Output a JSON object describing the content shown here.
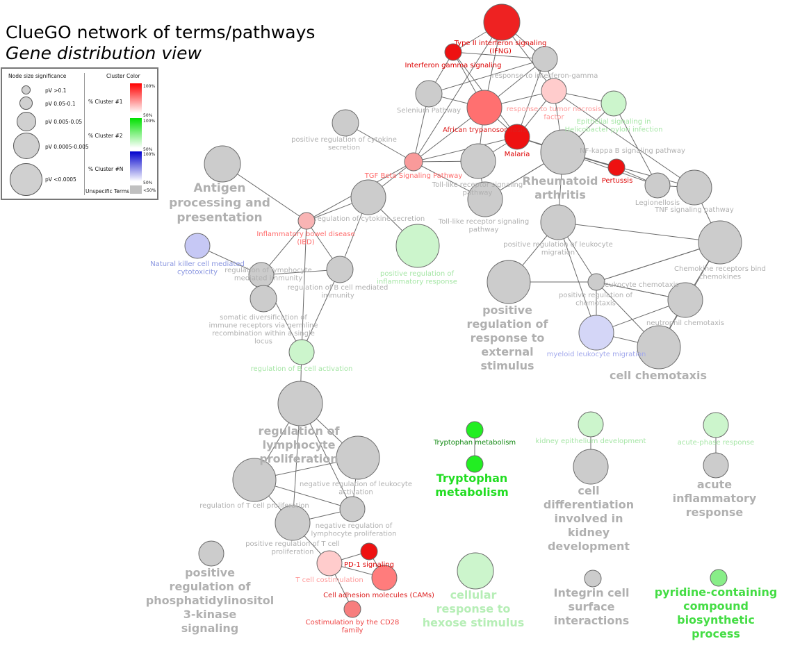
{
  "title": {
    "line1": "ClueGO network of terms/pathways",
    "line2": "Gene distribution view"
  },
  "legend": {
    "size_heading": "Node size significance",
    "color_heading": "Cluster Color",
    "sizes": [
      "pV >0.1",
      "pV 0.05-0.1",
      "pV 0.005-0.05",
      "pV 0.0005-0.005",
      "pV <0.0005"
    ],
    "clusters": [
      "% Cluster #1",
      "% Cluster #2",
      "% Cluster #N"
    ],
    "unspecific": "Unspecific Terms",
    "pct_top": "100%",
    "pct_bottom": "50%",
    "pct_unspecific": "<50%",
    "colors": {
      "cluster1": "#ff0000",
      "cluster2": "#00e000",
      "clusterN": "#0000cc",
      "unspecific": "#c0c0c0"
    }
  },
  "colors": {
    "gray_node": "#cccccc",
    "gray_label": "#b0b0b0",
    "red": "#ee1111",
    "red_label": "#dd0000",
    "pink_label": "#ff7070",
    "green": "#22ee22",
    "green_label": "#22dd22",
    "light_green_label": "#9be89b",
    "blue_label": "#8a96e0"
  },
  "network": {
    "nodes": [
      {
        "id": "n1",
        "name": "type-ii-interferon-signaling-node",
        "label": [
          "Type II interferon signaling",
          "(IFNG)"
        ],
        "color": "#ee2222",
        "label_color": "#dd0000"
      },
      {
        "id": "n2",
        "name": "interferon-gamma-signaling-node",
        "label": [
          "Interferon gamma signaling"
        ],
        "color": "#ee1111",
        "label_color": "#dd0000"
      },
      {
        "id": "n3",
        "name": "response-to-interferon-gamma-node",
        "label": [
          "response to interferon-gamma"
        ],
        "color": "#cccccc",
        "label_color": "#b0b0b0"
      },
      {
        "id": "n4",
        "name": "selenium-pathway-node",
        "label": [
          "Selenium Pathway"
        ],
        "color": "#cccccc",
        "label_color": "#b0b0b0"
      },
      {
        "id": "n5",
        "name": "african-trypanosomiasis-node",
        "label": [
          "African trypanosomiasis"
        ],
        "color": "#ff7070",
        "label_color": "#dd2020"
      },
      {
        "id": "n6",
        "name": "response-to-tumor-necrosis-factor-node",
        "label": [
          "response to tumor necrosis",
          "factor"
        ],
        "color": "#ffcccc",
        "label_color": "#ff9a9a"
      },
      {
        "id": "n7",
        "name": "epithelial-signaling-node",
        "label": [
          "Epithelial signaling in",
          "Helicobacter pylori infection"
        ],
        "color": "#ccf5cc",
        "label_color": "#a6e6a6"
      },
      {
        "id": "n8",
        "name": "malaria-node",
        "label": [
          "Malaria"
        ],
        "color": "#ee1111",
        "label_color": "#dd0000"
      },
      {
        "id": "n9",
        "name": "nf-kappa-b-signaling-node",
        "label": [
          "NF-kappa B signaling pathway"
        ],
        "color": "#cccccc",
        "label_color": "#b0b0b0"
      },
      {
        "id": "n10",
        "name": "positive-regulation-of-cytokine-secretion-node",
        "label": [
          "positive regulation of cytokine",
          "secretion"
        ],
        "color": "#cccccc",
        "label_color": "#b0b0b0"
      },
      {
        "id": "n11",
        "name": "tgf-beta-signaling-node",
        "label": [
          "TGF Beta Signaling Pathway"
        ],
        "color": "#f99a9a",
        "label_color": "#ff6a6a"
      },
      {
        "id": "n12",
        "name": "toll-like-receptor-pathway-node",
        "label": [
          "Toll-like receptor signaling",
          "pathway"
        ],
        "color": "#cccccc",
        "label_color": "#b0b0b0"
      },
      {
        "id": "n13",
        "name": "rheumatoid-arthritis-node",
        "label": [
          "Rheumatoid",
          "arthritis"
        ],
        "color": "#cccccc",
        "label_color": "#b0b0b0",
        "big": true
      },
      {
        "id": "n14",
        "name": "pertussis-node",
        "label": [
          "Pertussis"
        ],
        "color": "#ee1111",
        "label_color": "#dd0000"
      },
      {
        "id": "n15",
        "name": "legionellosis-node",
        "label": [
          "Legionellosis"
        ],
        "color": "#cccccc",
        "label_color": "#b0b0b0"
      },
      {
        "id": "n16",
        "name": "tnf-signaling-node",
        "label": [
          "TNF signaling pathway"
        ],
        "color": "#cccccc",
        "label_color": "#b0b0b0"
      },
      {
        "id": "n17",
        "name": "antigen-processing-node",
        "label": [
          "Antigen",
          "processing and",
          "presentation"
        ],
        "color": "#cccccc",
        "label_color": "#b0b0b0",
        "big": true
      },
      {
        "id": "n18",
        "name": "regulation-of-cytokine-secretion-node",
        "label": [
          "regulation of cytokine secretion"
        ],
        "color": "#cccccc",
        "label_color": "#b0b0b0"
      },
      {
        "id": "n19",
        "name": "inflammatory-bowel-disease-node",
        "label": [
          "Inflammatory bowel disease",
          "(IBD)"
        ],
        "color": "#f9b4b4",
        "label_color": "#ff6a6a"
      },
      {
        "id": "n20",
        "name": "toll-like-receptor-pathway-2-node",
        "label": [
          "Toll-like receptor signaling",
          "pathway"
        ],
        "color": "#cccccc",
        "label_color": "#b0b0b0"
      },
      {
        "id": "n21",
        "name": "positive-regulation-of-leukocyte-migration-node",
        "label": [
          "positive regulation of leukocyte",
          "migration"
        ],
        "color": "#cccccc",
        "label_color": "#b0b0b0"
      },
      {
        "id": "n22",
        "name": "chemokine-receptors-bind-chemokines-node",
        "label": [
          "Chemokine receptors bind",
          "chemokines"
        ],
        "color": "#cccccc",
        "label_color": "#b0b0b0"
      },
      {
        "id": "n23",
        "name": "natural-killer-cell-node",
        "label": [
          "Natural killer cell mediated",
          "cytotoxicity"
        ],
        "color": "#c6c8f5",
        "label_color": "#8a96e0"
      },
      {
        "id": "n24",
        "name": "regulation-of-lymphocyte-mediated-immunity-node",
        "label": [
          "regulation of lymphocyte",
          "mediated immunity"
        ],
        "color": "#cccccc",
        "label_color": "#b0b0b0"
      },
      {
        "id": "n25",
        "name": "regulation-of-b-cell-mediated-immunity-node",
        "label": [
          "regulation of B cell mediated",
          "immunity"
        ],
        "color": "#cccccc",
        "label_color": "#b0b0b0"
      },
      {
        "id": "n26",
        "name": "positive-regulation-of-inflammatory-response-node",
        "label": [
          "positive regulation of",
          "inflammatory response"
        ],
        "color": "#ccf5cc",
        "label_color": "#a6e6a6"
      },
      {
        "id": "n27",
        "name": "positive-regulation-of-response-node",
        "label": [
          "positive",
          "regulation of",
          "response to",
          "external",
          "stimulus"
        ],
        "color": "#cccccc",
        "label_color": "#b0b0b0",
        "big": true
      },
      {
        "id": "n28",
        "name": "leukocyte-chemotaxis-node",
        "label": [
          "leukocyte chemotaxis"
        ],
        "color": "#cccccc",
        "label_color": "#b0b0b0"
      },
      {
        "id": "n29",
        "name": "positive-regulation-of-chemotaxis-node",
        "label": [
          "positive regulation of",
          "chemotaxis"
        ],
        "color": "#cccccc",
        "label_color": "#b0b0b0"
      },
      {
        "id": "n30",
        "name": "neutrophil-chemotaxis-node",
        "label": [
          "neutrophil chemotaxis"
        ],
        "color": "#cccccc",
        "label_color": "#b0b0b0"
      },
      {
        "id": "n31",
        "name": "somatic-diversification-node",
        "label": [
          "somatic diversification of",
          "immune receptors via germline",
          "recombination within a single",
          "locus"
        ],
        "color": "#cccccc",
        "label_color": "#b0b0b0"
      },
      {
        "id": "n32",
        "name": "myeloid-leukocyte-migration-node",
        "label": [
          "myeloid leukocyte migration"
        ],
        "color": "#d4d6f7",
        "label_color": "#a2a8ec"
      },
      {
        "id": "n33",
        "name": "cell-chemotaxis-node",
        "label": [
          "cell chemotaxis"
        ],
        "color": "#cccccc",
        "label_color": "#b0b0b0",
        "big": true
      },
      {
        "id": "n34",
        "name": "regulation-of-b-cell-activation-node",
        "label": [
          "regulation of B cell activation"
        ],
        "color": "#ccf5cc",
        "label_color": "#a6e6a6"
      },
      {
        "id": "n35",
        "name": "regulation-of-lymphocyte-proliferation-node",
        "label": [
          "regulation of",
          "lymphocyte",
          "proliferation"
        ],
        "color": "#cccccc",
        "label_color": "#b0b0b0",
        "big": true
      },
      {
        "id": "n36",
        "name": "negative-regulation-of-leukocyte-activation-node",
        "label": [
          "negative regulation of leukocyte",
          "activation"
        ],
        "color": "#cccccc",
        "label_color": "#b0b0b0"
      },
      {
        "id": "n37",
        "name": "regulation-of-t-cell-proliferation-node",
        "label": [
          "regulation of T cell proliferation"
        ],
        "color": "#cccccc",
        "label_color": "#b0b0b0"
      },
      {
        "id": "n38",
        "name": "negative-regulation-of-lymphocyte-proliferation-node",
        "label": [
          "negative regulation of",
          "lymphocyte proliferation"
        ],
        "color": "#cccccc",
        "label_color": "#b0b0b0"
      },
      {
        "id": "n39",
        "name": "positive-regulation-of-t-cell-proliferation-node",
        "label": [
          "positive regulation of T cell",
          "proliferation"
        ],
        "color": "#cccccc",
        "label_color": "#b0b0b0"
      },
      {
        "id": "n40",
        "name": "pd-1-signaling-node",
        "label": [
          "PD-1 signaling"
        ],
        "color": "#ee1111",
        "label_color": "#dd0000"
      },
      {
        "id": "n41",
        "name": "t-cell-costimulation-node",
        "label": [
          "T cell costimulation"
        ],
        "color": "#ffcccc",
        "label_color": "#ff9a9a"
      },
      {
        "id": "n42",
        "name": "cell-adhesion-molecules-node",
        "label": [
          "Cell adhesion molecules (CAMs)"
        ],
        "color": "#ff7c7c",
        "label_color": "#dd2020"
      },
      {
        "id": "n43",
        "name": "costimulation-cd28-node",
        "label": [
          "Costimulation by the CD28",
          "family"
        ],
        "color": "#f77e7e",
        "label_color": "#ee4444"
      },
      {
        "id": "n44",
        "name": "positive-regulation-of-pi3k-node",
        "label": [
          "positive",
          "regulation of",
          "phosphatidylinositol",
          "3-kinase",
          "signaling"
        ],
        "color": "#cccccc",
        "label_color": "#b0b0b0",
        "big": true
      },
      {
        "id": "n45",
        "name": "tryptophan-metabolism-node",
        "label": [
          "Tryptophan metabolism"
        ],
        "color": "#22ee22",
        "label_color": "#118811"
      },
      {
        "id": "n46",
        "name": "tryptophan-metabolism-group-node",
        "label": [
          "Tryptophan",
          "metabolism"
        ],
        "color": "#22ee22",
        "label_color": "#22dd22",
        "big": true
      },
      {
        "id": "n47",
        "name": "cellular-response-to-hexose-node",
        "label": [
          "cellular",
          "response to",
          "hexose stimulus"
        ],
        "color": "#ccf5cc",
        "label_color": "#b6eeb6",
        "big": true
      },
      {
        "id": "n48",
        "name": "kidney-epithelium-development-node",
        "label": [
          "kidney epithelium development"
        ],
        "color": "#ccf5cc",
        "label_color": "#a6e6a6"
      },
      {
        "id": "n49",
        "name": "cell-differentiation-kidney-node",
        "label": [
          "cell",
          "differentiation",
          "involved in",
          "kidney",
          "development"
        ],
        "color": "#cccccc",
        "label_color": "#b0b0b0",
        "big": true
      },
      {
        "id": "n50",
        "name": "integrin-cell-surface-node",
        "label": [
          "Integrin cell",
          "surface",
          "interactions"
        ],
        "color": "#cccccc",
        "label_color": "#b0b0b0",
        "big": true
      },
      {
        "id": "n51",
        "name": "acute-phase-response-node",
        "label": [
          "acute-phase response"
        ],
        "color": "#ccf5cc",
        "label_color": "#a6e6a6"
      },
      {
        "id": "n52",
        "name": "acute-inflammatory-response-node",
        "label": [
          "acute",
          "inflammatory",
          "response"
        ],
        "color": "#cccccc",
        "label_color": "#b0b0b0",
        "big": true
      },
      {
        "id": "n53",
        "name": "pyridine-containing-compound-node",
        "label": [
          "pyridine-containing",
          "compound",
          "biosynthetic",
          "process"
        ],
        "color": "#88ee88",
        "label_color": "#44dd44",
        "big": true
      }
    ],
    "edges": [
      [
        "n1",
        "n2"
      ],
      [
        "n1",
        "n3"
      ],
      [
        "n1",
        "n5"
      ],
      [
        "n1",
        "n6"
      ],
      [
        "n2",
        "n3"
      ],
      [
        "n2",
        "n5"
      ],
      [
        "n2",
        "n4"
      ],
      [
        "n2",
        "n8"
      ],
      [
        "n3",
        "n6"
      ],
      [
        "n3",
        "n8"
      ],
      [
        "n3",
        "n5"
      ],
      [
        "n3",
        "n4"
      ],
      [
        "n4",
        "n5"
      ],
      [
        "n4",
        "n11"
      ],
      [
        "n5",
        "n6"
      ],
      [
        "n5",
        "n8"
      ],
      [
        "n5",
        "n11"
      ],
      [
        "n5",
        "n12"
      ],
      [
        "n6",
        "n8"
      ],
      [
        "n6",
        "n9"
      ],
      [
        "n6",
        "n7"
      ],
      [
        "n6",
        "n16"
      ],
      [
        "n7",
        "n15"
      ],
      [
        "n7",
        "n9"
      ],
      [
        "n8",
        "n9"
      ],
      [
        "n8",
        "n11"
      ],
      [
        "n8",
        "n12"
      ],
      [
        "n8",
        "n13"
      ],
      [
        "n8",
        "n14"
      ],
      [
        "n9",
        "n15"
      ],
      [
        "n9",
        "n16"
      ],
      [
        "n9",
        "n20"
      ],
      [
        "n10",
        "n11"
      ],
      [
        "n11",
        "n12"
      ],
      [
        "n11",
        "n18"
      ],
      [
        "n11",
        "n20"
      ],
      [
        "n11",
        "n1"
      ],
      [
        "n11",
        "n19"
      ],
      [
        "n12",
        "n20"
      ],
      [
        "n13",
        "n14"
      ],
      [
        "n13",
        "n20"
      ],
      [
        "n13",
        "n21"
      ],
      [
        "n14",
        "n15"
      ],
      [
        "n15",
        "n16"
      ],
      [
        "n16",
        "n22"
      ],
      [
        "n17",
        "n19"
      ],
      [
        "n18",
        "n19"
      ],
      [
        "n18",
        "n25"
      ],
      [
        "n18",
        "n26"
      ],
      [
        "n19",
        "n24"
      ],
      [
        "n19",
        "n34"
      ],
      [
        "n19",
        "n25"
      ],
      [
        "n21",
        "n22"
      ],
      [
        "n21",
        "n28"
      ],
      [
        "n21",
        "n27"
      ],
      [
        "n21",
        "n32"
      ],
      [
        "n22",
        "n28"
      ],
      [
        "n22",
        "n30"
      ],
      [
        "n22",
        "n33"
      ],
      [
        "n22",
        "n29"
      ],
      [
        "n23",
        "n24"
      ],
      [
        "n24",
        "n25"
      ],
      [
        "n24",
        "n31"
      ],
      [
        "n24",
        "n34"
      ],
      [
        "n25",
        "n34"
      ],
      [
        "n27",
        "n28"
      ],
      [
        "n28",
        "n29"
      ],
      [
        "n28",
        "n30"
      ],
      [
        "n28",
        "n32"
      ],
      [
        "n29",
        "n30"
      ],
      [
        "n29",
        "n33"
      ],
      [
        "n29",
        "n32"
      ],
      [
        "n30",
        "n33"
      ],
      [
        "n30",
        "n32"
      ],
      [
        "n32",
        "n33"
      ],
      [
        "n34",
        "n35"
      ],
      [
        "n35",
        "n36"
      ],
      [
        "n35",
        "n37"
      ],
      [
        "n35",
        "n39"
      ],
      [
        "n35",
        "n38"
      ],
      [
        "n36",
        "n37"
      ],
      [
        "n36",
        "n38"
      ],
      [
        "n37",
        "n38"
      ],
      [
        "n37",
        "n39"
      ],
      [
        "n38",
        "n39"
      ],
      [
        "n39",
        "n41"
      ],
      [
        "n40",
        "n41"
      ],
      [
        "n40",
        "n42"
      ],
      [
        "n41",
        "n42"
      ],
      [
        "n41",
        "n43"
      ],
      [
        "n45",
        "n46"
      ],
      [
        "n48",
        "n49"
      ],
      [
        "n51",
        "n52"
      ]
    ]
  }
}
